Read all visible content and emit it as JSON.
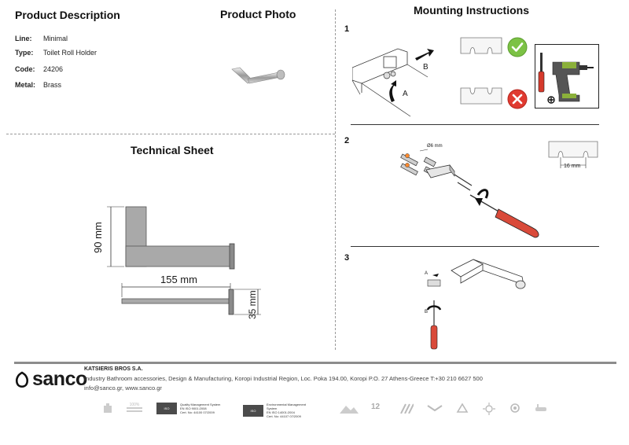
{
  "sections": {
    "product_description": "Product Description",
    "product_photo": "Product Photo",
    "mounting_instructions": "Mounting Instructions",
    "technical_sheet": "Technical Sheet"
  },
  "specs": [
    {
      "label": "Line:",
      "value": "Minimal"
    },
    {
      "label": "Type:",
      "value": "Toilet Roll Holder"
    },
    {
      "label": "Code:",
      "value": "24206"
    },
    {
      "label": "Metal:",
      "value": "Brass"
    }
  ],
  "technical": {
    "height": "90 mm",
    "length": "155 mm",
    "depth": "35 mm"
  },
  "steps": {
    "s1": "1",
    "s2": "2",
    "s3": "3"
  },
  "step1": {
    "label_a": "A",
    "label_b": "B"
  },
  "step2": {
    "hole": "Ø6 mm",
    "spacing": "16 mm"
  },
  "step3": {
    "label_a": "A",
    "label_b": "B"
  },
  "footer": {
    "brand": "sanco",
    "company": "KATSIERIS BROS S.A.",
    "address": "Industry Bathroom accessories, Design & Manufacturing, Koropi Industrial Region, Loc. Poka 194.00, Koropi P.O. 27  Athens-Greece   T:+30 210 6627 500",
    "contact": "info@sanco.gr, www.sanco.gr",
    "iso9001": "Quality Management System\nEN ISO 9001:2008\nCert. No: 44100 07/2009",
    "iso14001": "Environmental Management System\nEN ISO 14001:2004\nCert. No: 44107 07/2009",
    "badge_100": "100%",
    "badge_12": "12"
  },
  "colors": {
    "ok": "#6dbb3c",
    "bad": "#d9302b",
    "rule": "#8c8c8c"
  }
}
